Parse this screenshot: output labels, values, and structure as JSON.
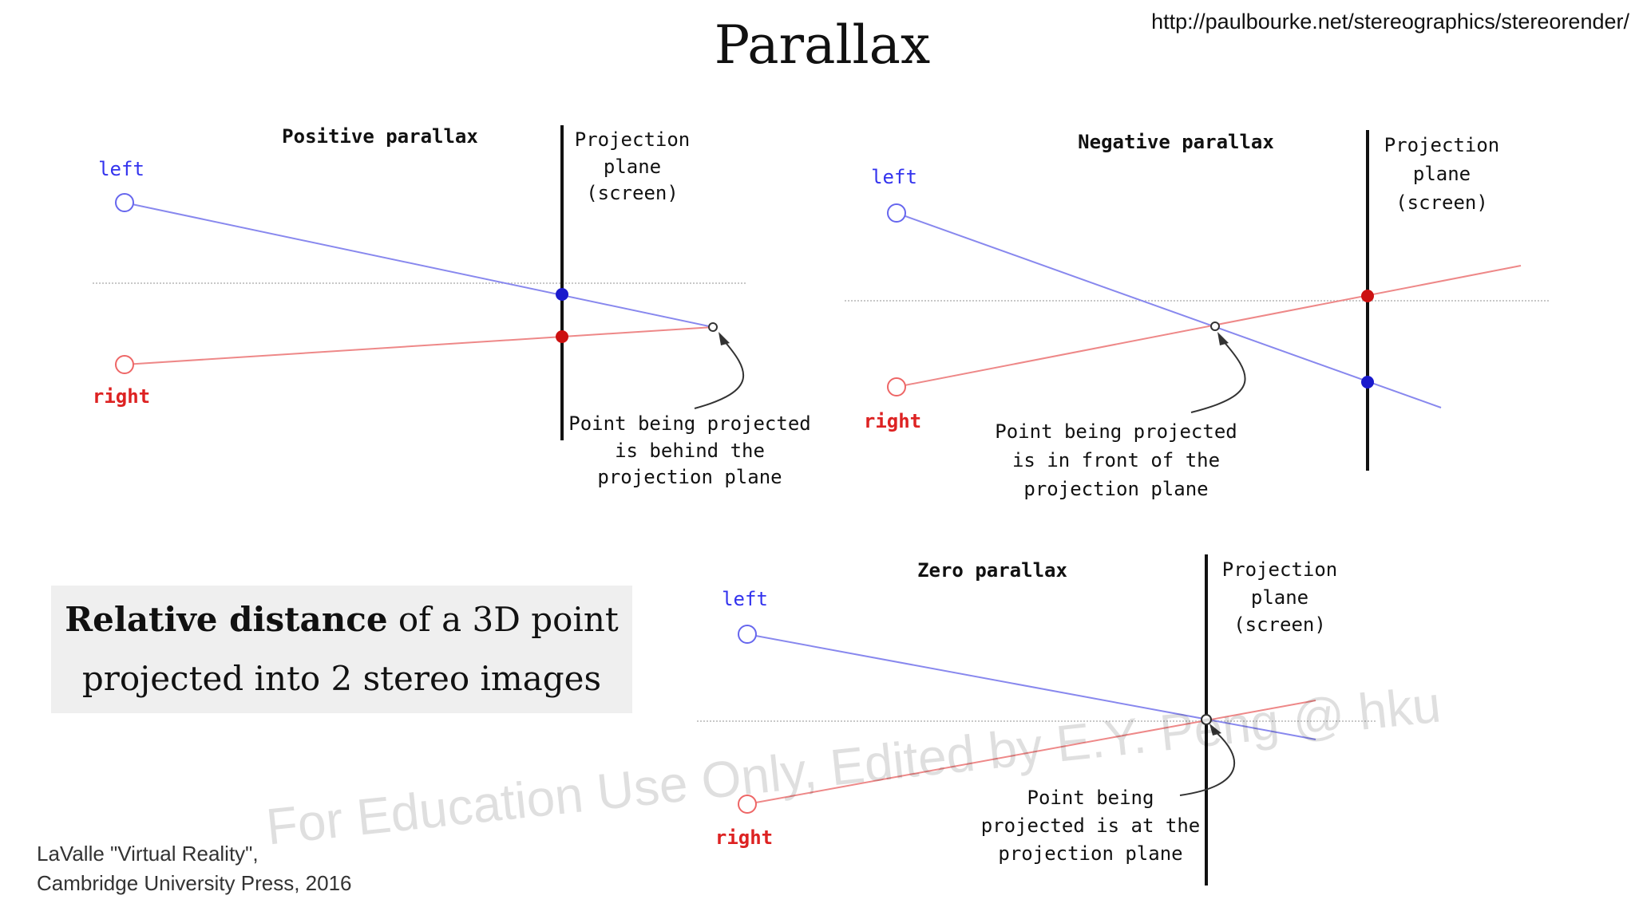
{
  "slide": {
    "title": "Parallax",
    "url": "http://paulbourke.net/stereographics/stereorender/",
    "callout_bold": "Relative distance",
    "callout_rest_line1": " of a 3D point",
    "callout_line2": "projected into 2 stereo images",
    "citation_line1": "LaValle \"Virtual Reality\",",
    "citation_line2": "Cambridge University Press, 2016",
    "watermark": "For Education Use Only, Edited by E.Y. Peng @ hku"
  },
  "colors": {
    "left_eye": "#3333ee",
    "right_eye": "#dd2222",
    "left_line": "#8888ee",
    "right_line": "#ee8888",
    "plane": "#111111"
  },
  "diagrams": [
    {
      "id": "positive",
      "title": "Positive parallax",
      "left_label": "left",
      "right_label": "right",
      "plane_label": [
        "Projection",
        "plane",
        "(screen)"
      ],
      "point_label": [
        "Point being projected",
        "is behind the",
        "projection plane"
      ]
    },
    {
      "id": "negative",
      "title": "Negative parallax",
      "left_label": "left",
      "right_label": "right",
      "plane_label": [
        "Projection",
        "plane",
        "(screen)"
      ],
      "point_label": [
        "Point being projected",
        "is in front of the",
        "projection plane"
      ]
    },
    {
      "id": "zero",
      "title": "Zero parallax",
      "left_label": "left",
      "right_label": "right",
      "plane_label": [
        "Projection",
        "plane",
        "(screen)"
      ],
      "point_label": [
        "Point being",
        "projected is at the",
        "projection plane"
      ]
    }
  ]
}
